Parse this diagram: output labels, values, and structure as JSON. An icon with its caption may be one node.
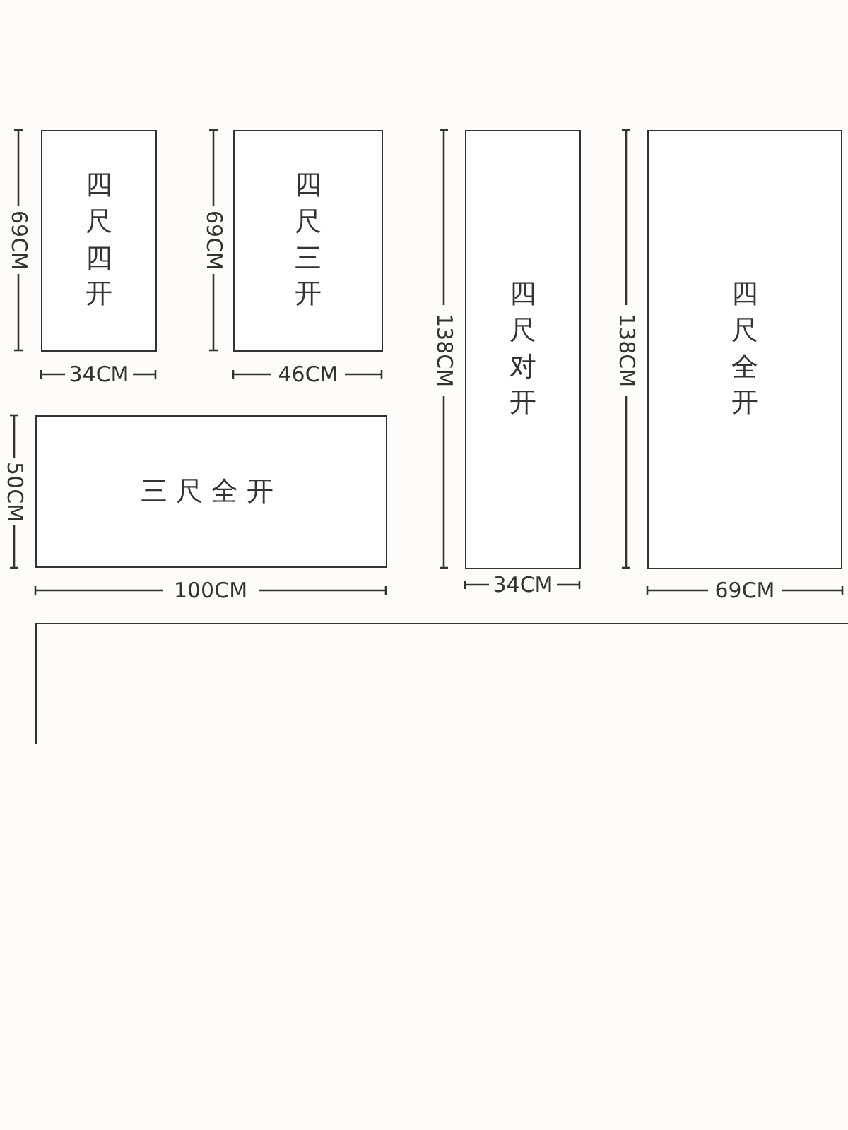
{
  "diagram": {
    "nodes": [
      {
        "text": [
          "四尺四开"
        ]
      },
      {
        "text": [
          "四尺三开"
        ]
      },
      {
        "text": [
          "四尺对开"
        ]
      },
      {
        "text": [
          "四尺全开"
        ]
      },
      {
        "text": [
          "三尺全开"
        ]
      },
      {
        "text": [],
        "shape": "box"
      }
    ],
    "labels": [
      "69CM",
      "69CM",
      "138CM",
      "138CM",
      "34CM",
      "46CM",
      "50CM",
      "100CM",
      "34CM",
      "69CM"
    ]
  }
}
